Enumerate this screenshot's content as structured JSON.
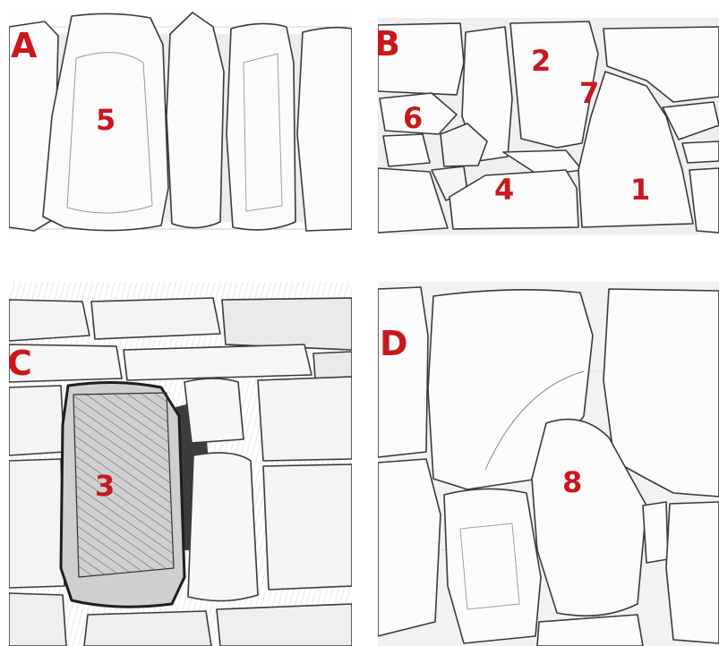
{
  "panels": [
    {
      "letter": "A",
      "numbers": [
        "5"
      ]
    },
    {
      "letter": "B",
      "numbers": [
        "2",
        "7",
        "6",
        "4",
        "1"
      ]
    },
    {
      "letter": "C",
      "numbers": [
        "3"
      ]
    },
    {
      "letter": "D",
      "numbers": [
        "8"
      ]
    }
  ],
  "colors": {
    "label": "#c8181c",
    "stroke": "#3a3a3a",
    "hatch": "#555555"
  }
}
